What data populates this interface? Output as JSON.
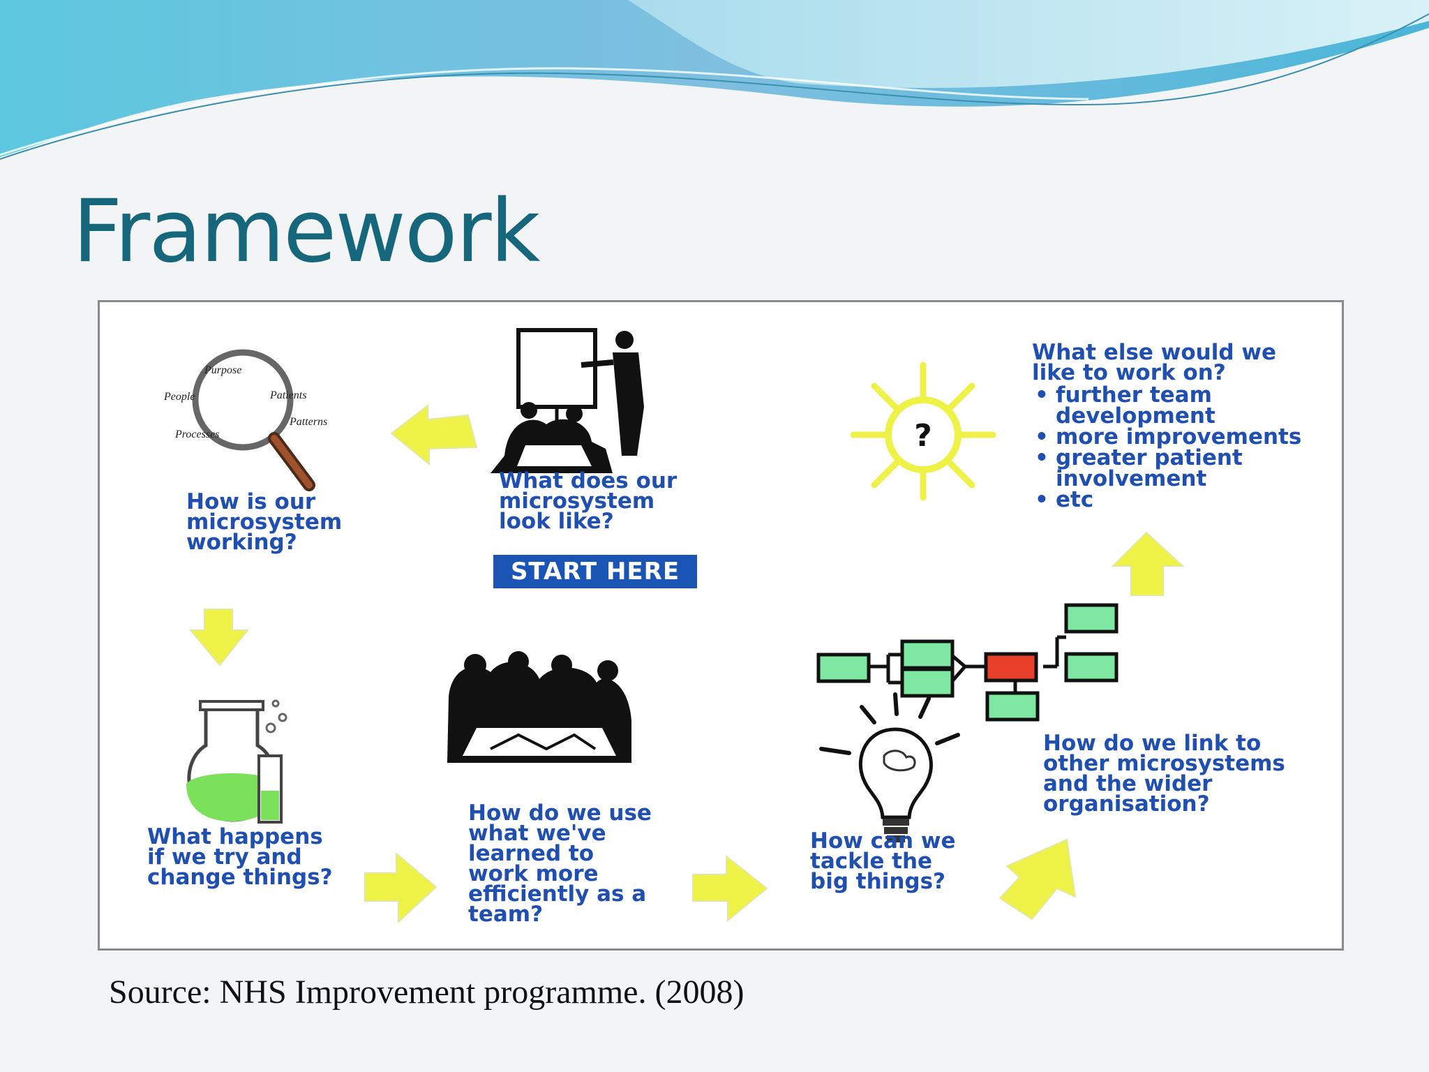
{
  "title": "Framework",
  "source": "Source: NHS Improvement programme. (2008)",
  "diagram": {
    "start_label": "START HERE",
    "steps": [
      {
        "id": "look",
        "text": "What does our\nmicrosystem\nlook like?"
      },
      {
        "id": "working",
        "text": "How is our\nmicrosystem\nworking?"
      },
      {
        "id": "change",
        "text": "What happens\nif we try and\nchange things?"
      },
      {
        "id": "team",
        "text": "How do we use\nwhat we've\nlearned to\nwork more\nefficiently as a\nteam?"
      },
      {
        "id": "big",
        "text": "How can we\ntackle the\nbig things?"
      },
      {
        "id": "link",
        "text": "How do we link to\nother microsystems\nand the wider\norganisation?"
      },
      {
        "id": "else",
        "text": "What else would we\nlike to work on?",
        "bullets": [
          "further team development",
          "more improvements",
          "greater patient involvement",
          "etc"
        ]
      }
    ],
    "magnifier_words": [
      "Purpose",
      "People",
      "Patients",
      "Processes",
      "Patterns"
    ],
    "sun_symbol": "?",
    "icons": [
      "magnifier-icon",
      "presenter-icon",
      "sun-icon",
      "flask-icon",
      "team-meeting-icon",
      "lightbulb-icon",
      "network-icon",
      "arrow-icon"
    ]
  },
  "colors": {
    "title": "#17677c",
    "question_text": "#1f4fb0",
    "start_button": "#1a55b5",
    "arrow": "#eef247",
    "network_box": "#7ee8a2",
    "network_hub": "#e8412b"
  }
}
